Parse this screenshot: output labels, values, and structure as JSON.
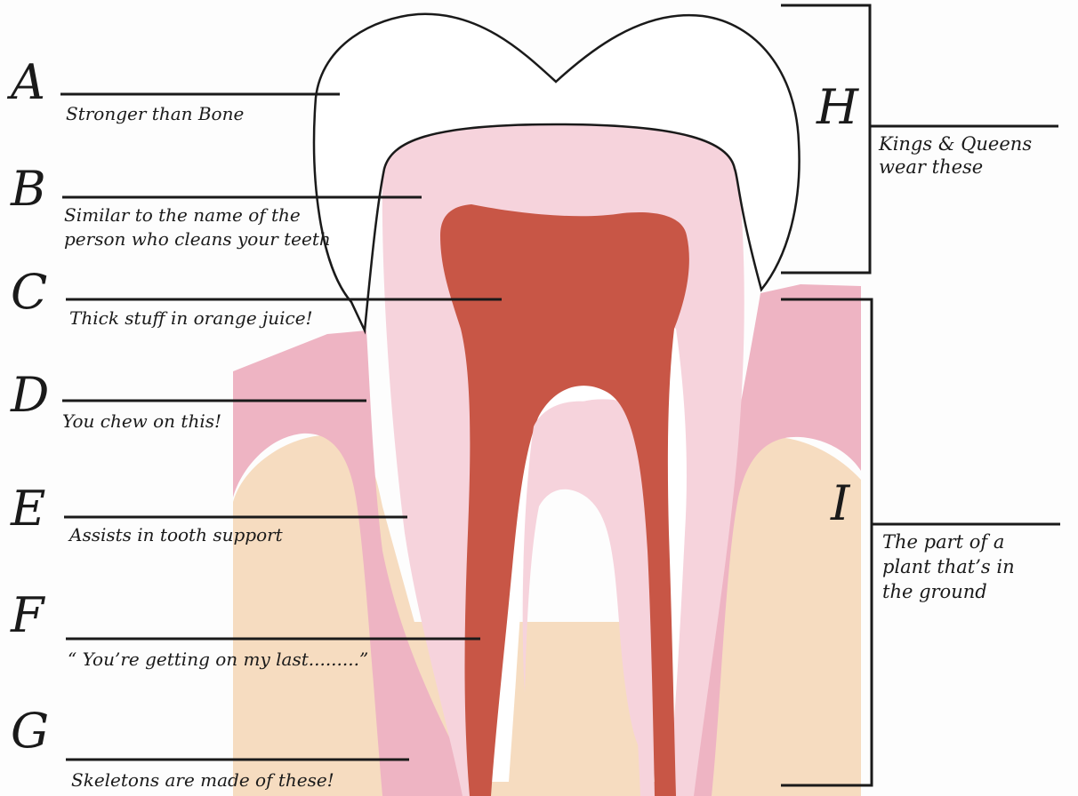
{
  "labels": {
    "A": {
      "letter": "A",
      "hint": "Stronger than Bone"
    },
    "B": {
      "letter": "B",
      "hint_line1": "Similar to the name of the",
      "hint_line2": "person who cleans your teeth"
    },
    "C": {
      "letter": "C",
      "hint": "Thick stuff in orange juice!"
    },
    "D": {
      "letter": "D",
      "hint": "You chew on this!"
    },
    "E": {
      "letter": "E",
      "hint": "Assists in tooth support"
    },
    "F": {
      "letter": "F",
      "hint": "“ You’re getting on my last.........”"
    },
    "G": {
      "letter": "G",
      "hint": "Skeletons are made of these!"
    },
    "H": {
      "letter": "H",
      "hint_line1": "Kings & Queens",
      "hint_line2": "wear these"
    },
    "I": {
      "letter": "I",
      "hint_line1": "The part of a",
      "hint_line2": "plant that’s in",
      "hint_line3": "the ground"
    }
  },
  "colors": {
    "bone": "#f6dcc0",
    "gum": "#eeb4c3",
    "dentin": "#f6d3dc",
    "pulp": "#c85646",
    "enamel": "#ffffff",
    "ink": "#1a1a1a"
  }
}
